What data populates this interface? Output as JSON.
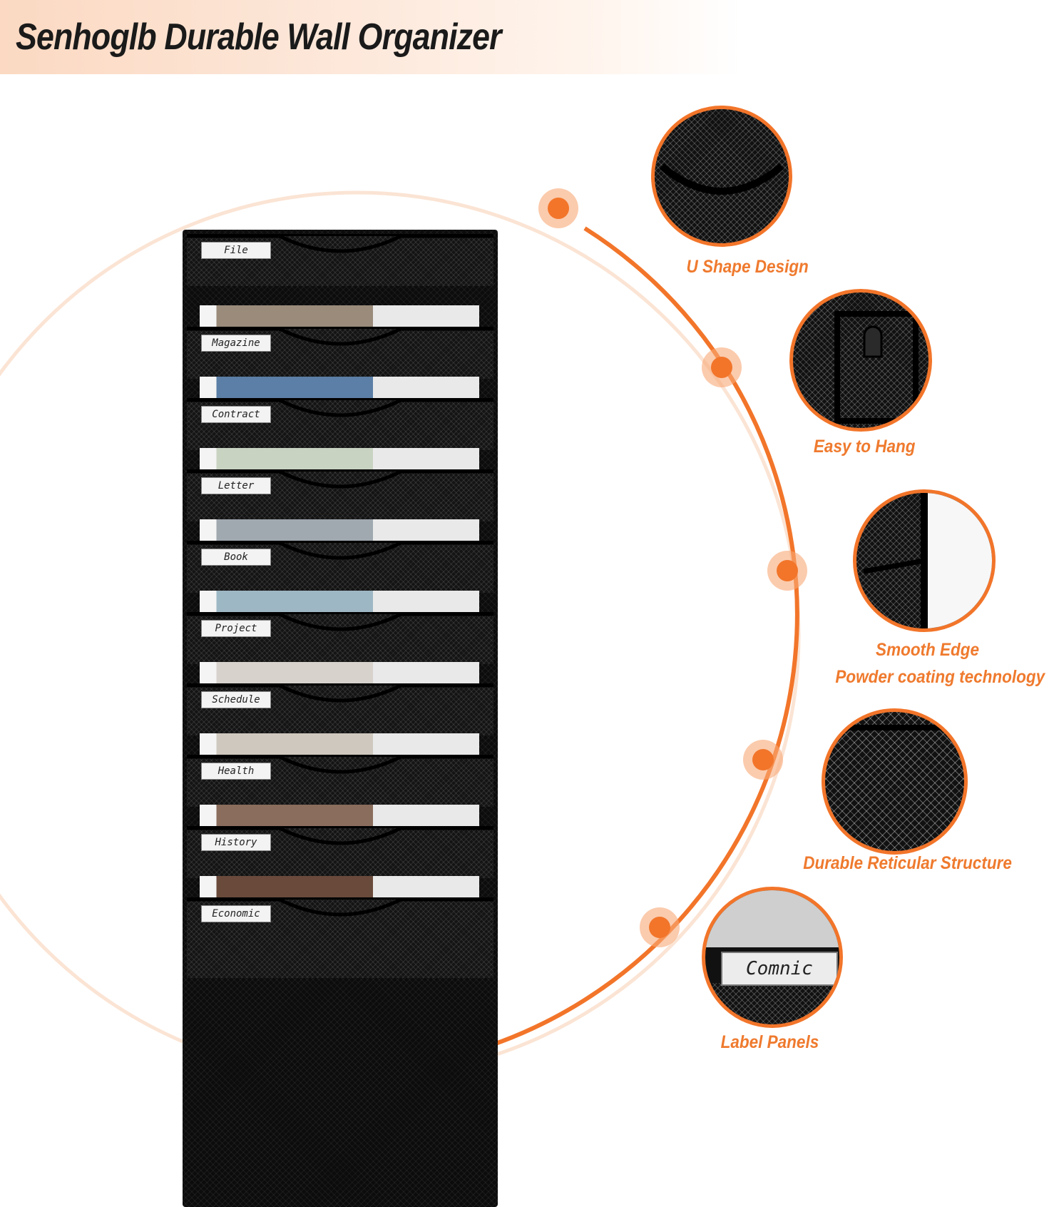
{
  "title": "Senhoglb Durable Wall Organizer",
  "colors": {
    "accent": "#f2752a",
    "accent_light": "#f8a877",
    "product": "#0c0c0c"
  },
  "organizer": {
    "labels": [
      "File",
      "Magazine",
      "Contract",
      "Letter",
      "Book",
      "Project",
      "Schedule",
      "Health",
      "History",
      "Economic"
    ]
  },
  "features": [
    {
      "caption": "U Shape Design",
      "icon": "mesh-pocket-closeup"
    },
    {
      "caption": "Easy to Hang",
      "icon": "hanging-hole-closeup"
    },
    {
      "caption": "Smooth Edge",
      "caption2": "Powder coating technology",
      "icon": "edge-closeup"
    },
    {
      "caption": "Durable Reticular Structure",
      "icon": "mesh-closeup"
    },
    {
      "caption": "Label Panels",
      "icon": "label-panel-closeup",
      "sample_label": "Comnic"
    }
  ]
}
